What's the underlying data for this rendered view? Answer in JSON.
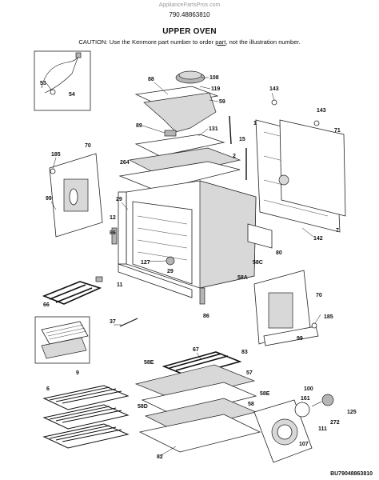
{
  "header": {
    "source": "AppliancePartsPros.com",
    "model": "790.48863810",
    "title": "UPPER OVEN",
    "caution_prefix": "CAUTION: Use the Kenmore part number to order ",
    "caution_link": "part",
    "caution_suffix": ", not the illustration number."
  },
  "diagram_code": "BU79048863810",
  "callouts": {
    "c53": "53",
    "c54": "54",
    "c88": "88",
    "c108": "108",
    "c119": "119",
    "c59": "59",
    "c143a": "143",
    "c143b": "143",
    "c89": "89",
    "c131": "131",
    "c1": "1",
    "c71": "71",
    "c15": "15",
    "c185a": "185",
    "c70a": "70",
    "c264": "264",
    "c2": "2",
    "c99a": "99",
    "c29a": "29",
    "c12": "12",
    "c86a": "86",
    "c127": "127",
    "c29b": "29",
    "c58c": "58C",
    "c80": "80",
    "c142": "142",
    "c7": "7",
    "c11": "11",
    "c58a": "58A",
    "c66": "66",
    "c70b": "70",
    "c86b": "86",
    "c37": "37",
    "c185b": "185",
    "c99b": "99",
    "c9": "9",
    "c67": "67",
    "c83": "83",
    "c58e_a": "58E",
    "c57": "57",
    "c58e_b": "58E",
    "c100": "100",
    "c6": "6",
    "c58d": "58D",
    "c58": "58",
    "c161": "161",
    "c125": "125",
    "c111": "111",
    "c272": "272",
    "c107": "107",
    "c82": "82"
  }
}
